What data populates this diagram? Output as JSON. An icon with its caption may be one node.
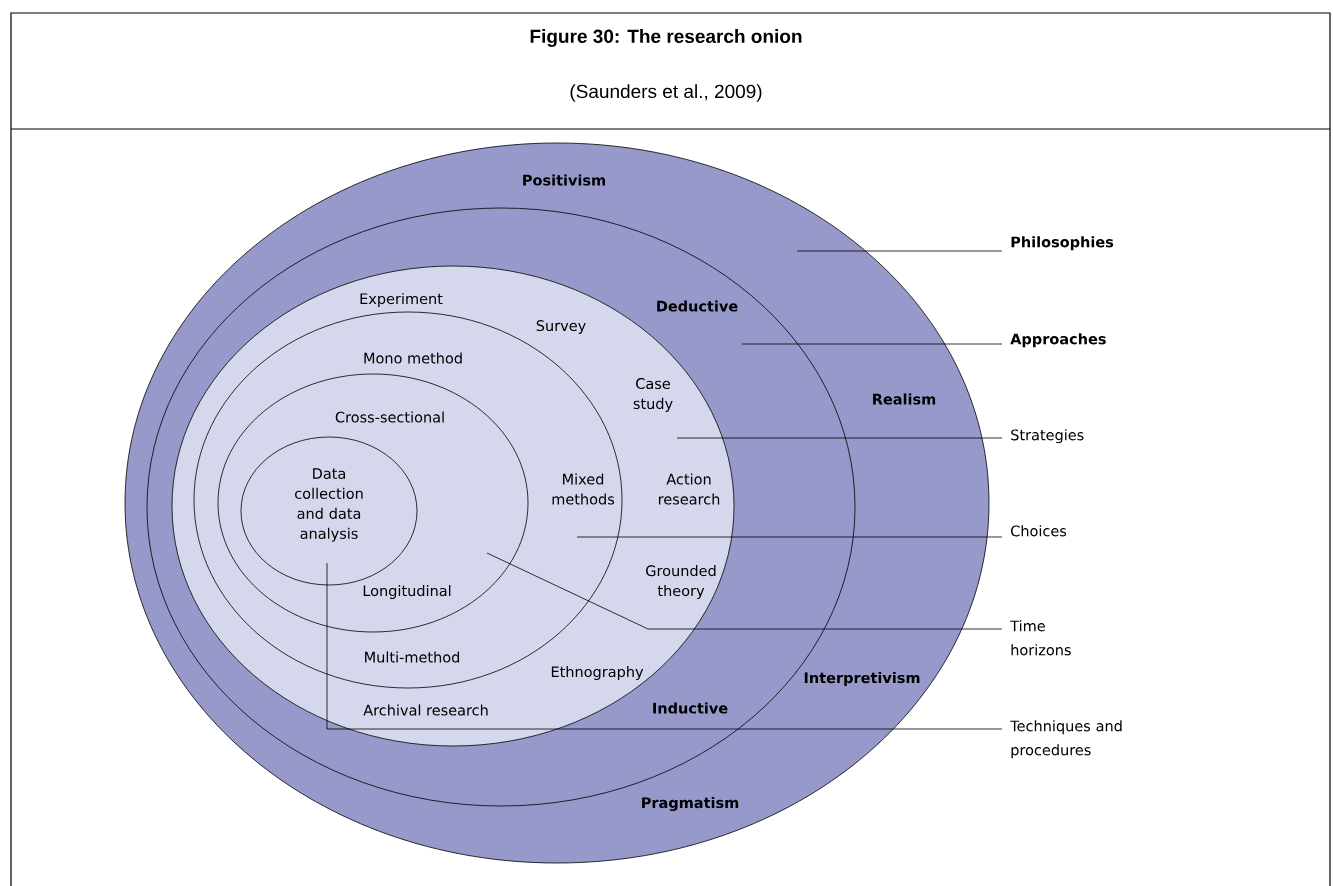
{
  "diagram": {
    "title": "Figure 30: The research onion",
    "caption": "(Saunders et al., 2009)",
    "nodes": [
      {
        "text": [
          "Positivism",
          "Realism",
          "Interpretivism",
          "Pragmatism"
        ]
      },
      {
        "text": [
          "Deductive",
          "Inductive"
        ],
        "in": 0
      },
      {
        "text": [
          "Experiment",
          "Survey",
          "Case study",
          "Action research",
          "Grounded theory",
          "Ethnography",
          "Archival research"
        ],
        "in": 1
      },
      {
        "text": [
          "Mono method",
          "Mixed methods",
          "Multi-method"
        ],
        "in": 2
      },
      {
        "text": [
          "Cross-sectional",
          "Longitudinal"
        ],
        "in": 3
      },
      {
        "text": [
          "Data collection and data analysis"
        ],
        "in": 4
      },
      {
        "text": [
          "Philosophies"
        ]
      },
      {
        "text": [
          "Approaches"
        ]
      },
      {
        "text": [
          "Strategies"
        ]
      },
      {
        "text": [
          "Choices"
        ]
      },
      {
        "text": [
          "Time horizons"
        ]
      },
      {
        "text": [
          "Techniques and procedures"
        ]
      }
    ],
    "edges": [
      {
        "from": 6,
        "to": 0,
        "arrow": "none"
      },
      {
        "from": 7,
        "to": 1,
        "arrow": "none"
      },
      {
        "from": 8,
        "to": 2,
        "arrow": "none"
      },
      {
        "from": 9,
        "to": 3,
        "arrow": "none"
      },
      {
        "from": 10,
        "to": 4,
        "arrow": "none"
      },
      {
        "from": 11,
        "to": 5,
        "arrow": "none"
      }
    ]
  }
}
